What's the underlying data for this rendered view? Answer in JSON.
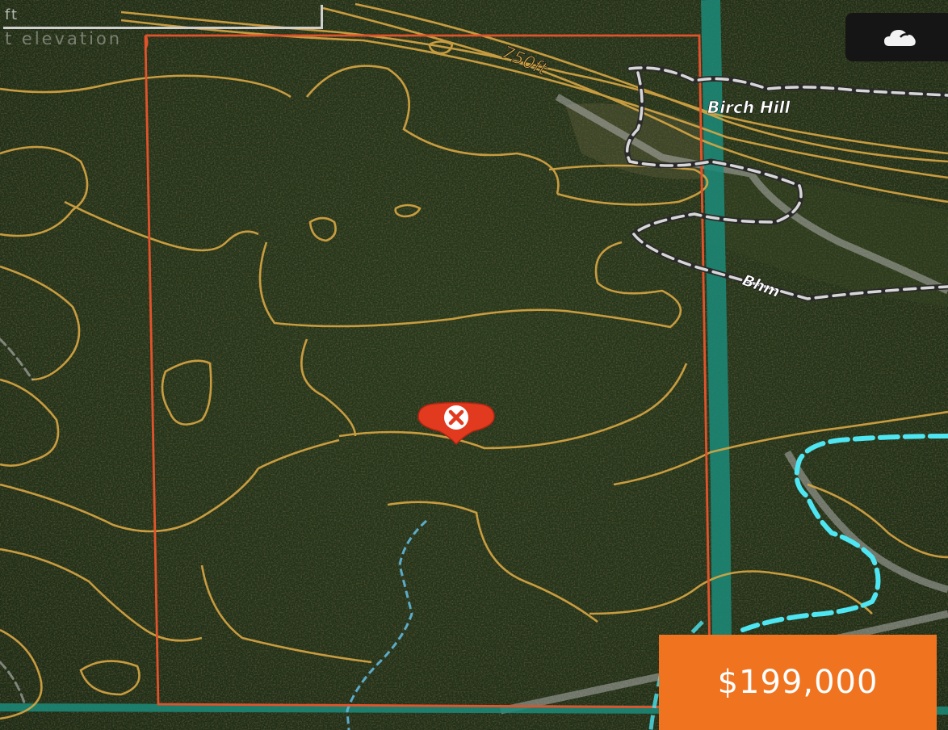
{
  "map": {
    "scale_label": "ft",
    "elevation_caption": "t elevation",
    "contour_label": "750ft",
    "place_labels": {
      "birch_hill": "Birch Hill",
      "bhm": "Bhm"
    },
    "colors": {
      "boundary": "#e2532b",
      "contour": "#d9a744",
      "trail": "#4ee6f2",
      "stream": "#62b7dd",
      "road": "#b9b9b9",
      "corridor": "#1b8b7a"
    }
  },
  "controls": {
    "layers_icon": "layers-cloud-icon"
  },
  "marker": {
    "icon": "close-icon"
  },
  "listing": {
    "price": "$199,000"
  }
}
